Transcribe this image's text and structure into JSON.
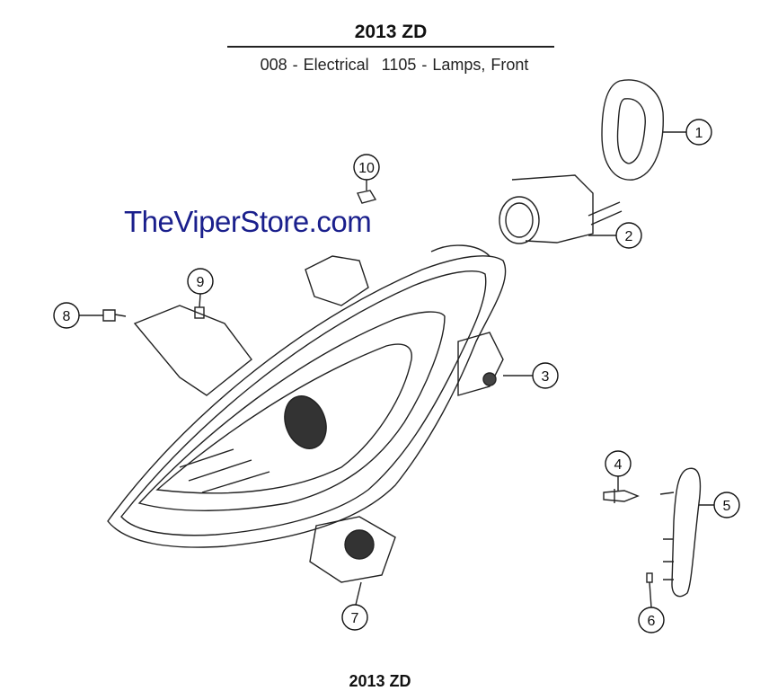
{
  "header": {
    "title": "2013 ZD",
    "group": "008 - Electrical",
    "subgroup": "1105 - Lamps, Front"
  },
  "watermark": "TheViperStore.com",
  "callouts": [
    "1",
    "2",
    "3",
    "4",
    "5",
    "6",
    "7",
    "8",
    "9",
    "10"
  ],
  "footer": "2013 ZD",
  "colors": {
    "watermark": "#1a1f8c",
    "line": "#222222"
  }
}
